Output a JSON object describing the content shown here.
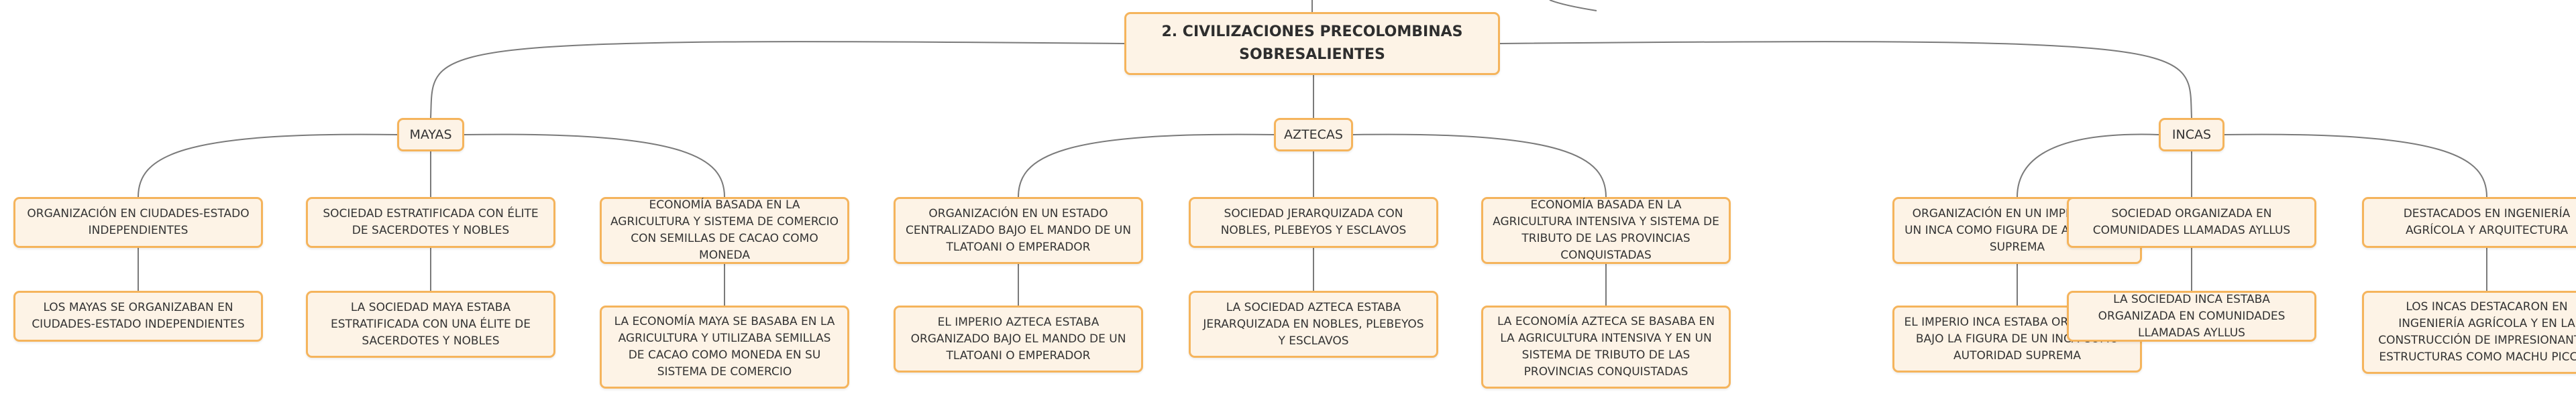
{
  "diagram": {
    "type": "mind-map",
    "colors": {
      "node_fill": "#fdf3e6",
      "node_border": "#f5b45c",
      "connector": "#7a7a7a",
      "text": "#333333"
    },
    "root": {
      "label": "2. CIVILIZACIONES PRECOLOMBINAS SOBRESALIENTES"
    },
    "branches": [
      {
        "label": "MAYAS",
        "children": [
          {
            "label": "ORGANIZACIÓN EN CIUDADES-ESTADO INDEPENDIENTES",
            "detail": "LOS MAYAS SE ORGANIZABAN EN CIUDADES-ESTADO INDEPENDIENTES"
          },
          {
            "label": "SOCIEDAD ESTRATIFICADA CON ÉLITE DE SACERDOTES Y NOBLES",
            "detail": "LA SOCIEDAD MAYA ESTABA ESTRATIFICADA CON UNA ÉLITE DE SACERDOTES Y NOBLES"
          },
          {
            "label": "ECONOMÍA BASADA EN LA AGRICULTURA Y SISTEMA DE COMERCIO CON SEMILLAS DE CACAO COMO MONEDA",
            "detail": "LA ECONOMÍA MAYA SE BASABA EN LA AGRICULTURA Y UTILIZABA SEMILLAS DE CACAO COMO MONEDA EN SU SISTEMA DE COMERCIO"
          }
        ]
      },
      {
        "label": "AZTECAS",
        "children": [
          {
            "label": "ORGANIZACIÓN EN UN ESTADO CENTRALIZADO BAJO EL MANDO DE UN TLATOANI O EMPERADOR",
            "detail": "EL IMPERIO AZTECA ESTABA ORGANIZADO BAJO EL MANDO DE UN TLATOANI O EMPERADOR"
          },
          {
            "label": "SOCIEDAD JERARQUIZADA CON NOBLES, PLEBEYOS Y ESCLAVOS",
            "detail": "LA SOCIEDAD AZTECA ESTABA JERARQUIZADA EN NOBLES, PLEBEYOS Y ESCLAVOS"
          },
          {
            "label": "ECONOMÍA BASADA EN LA AGRICULTURA INTENSIVA Y SISTEMA DE TRIBUTO DE LAS PROVINCIAS CONQUISTADAS",
            "detail": "LA ECONOMÍA AZTECA SE BASABA EN LA AGRICULTURA INTENSIVA Y EN UN SISTEMA DE TRIBUTO DE LAS PROVINCIAS CONQUISTADAS"
          }
        ]
      },
      {
        "label": "INCAS",
        "children": [
          {
            "label": "ORGANIZACIÓN EN UN IMPERIO CON UN INCA COMO FIGURA DE AUTORIDAD SUPREMA",
            "detail": "EL IMPERIO INCA ESTABA ORGANIZADO BAJO LA FIGURA DE UN INCA COMO AUTORIDAD SUPREMA"
          },
          {
            "label": "SOCIEDAD ORGANIZADA EN COMUNIDADES LLAMADAS AYLLUS",
            "detail": "LA SOCIEDAD INCA ESTABA ORGANIZADA EN COMUNIDADES LLAMADAS AYLLUS"
          },
          {
            "label": "DESTACADOS EN INGENIERÍA AGRÍCOLA Y ARQUITECTURA",
            "detail": "LOS INCAS DESTACARON EN INGENIERÍA AGRÍCOLA Y EN LA CONSTRUCCIÓN DE IMPRESIONANTES ESTRUCTURAS COMO MACHU PICCHU"
          }
        ]
      }
    ]
  }
}
